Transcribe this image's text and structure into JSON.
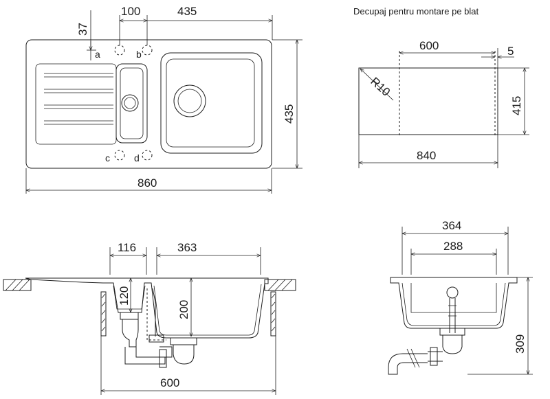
{
  "title": "Decupaj pentru montare pe blat",
  "top_view": {
    "dims": {
      "tap_offset": "37",
      "bowl_gap": "100",
      "main_width": "435",
      "depth": "435",
      "overall_width": "860"
    },
    "tap_holes": [
      "a",
      "b",
      "c",
      "d"
    ]
  },
  "cutout": {
    "width": "600",
    "offset": "5",
    "height": "415",
    "overall": "840",
    "radius": "R10"
  },
  "side_view": {
    "small_bowl_width": "116",
    "main_bowl_width": "363",
    "small_depth": "120",
    "main_depth": "200",
    "cabinet": "600"
  },
  "end_view": {
    "outer_width": "364",
    "inner_width": "288",
    "height": "309"
  }
}
